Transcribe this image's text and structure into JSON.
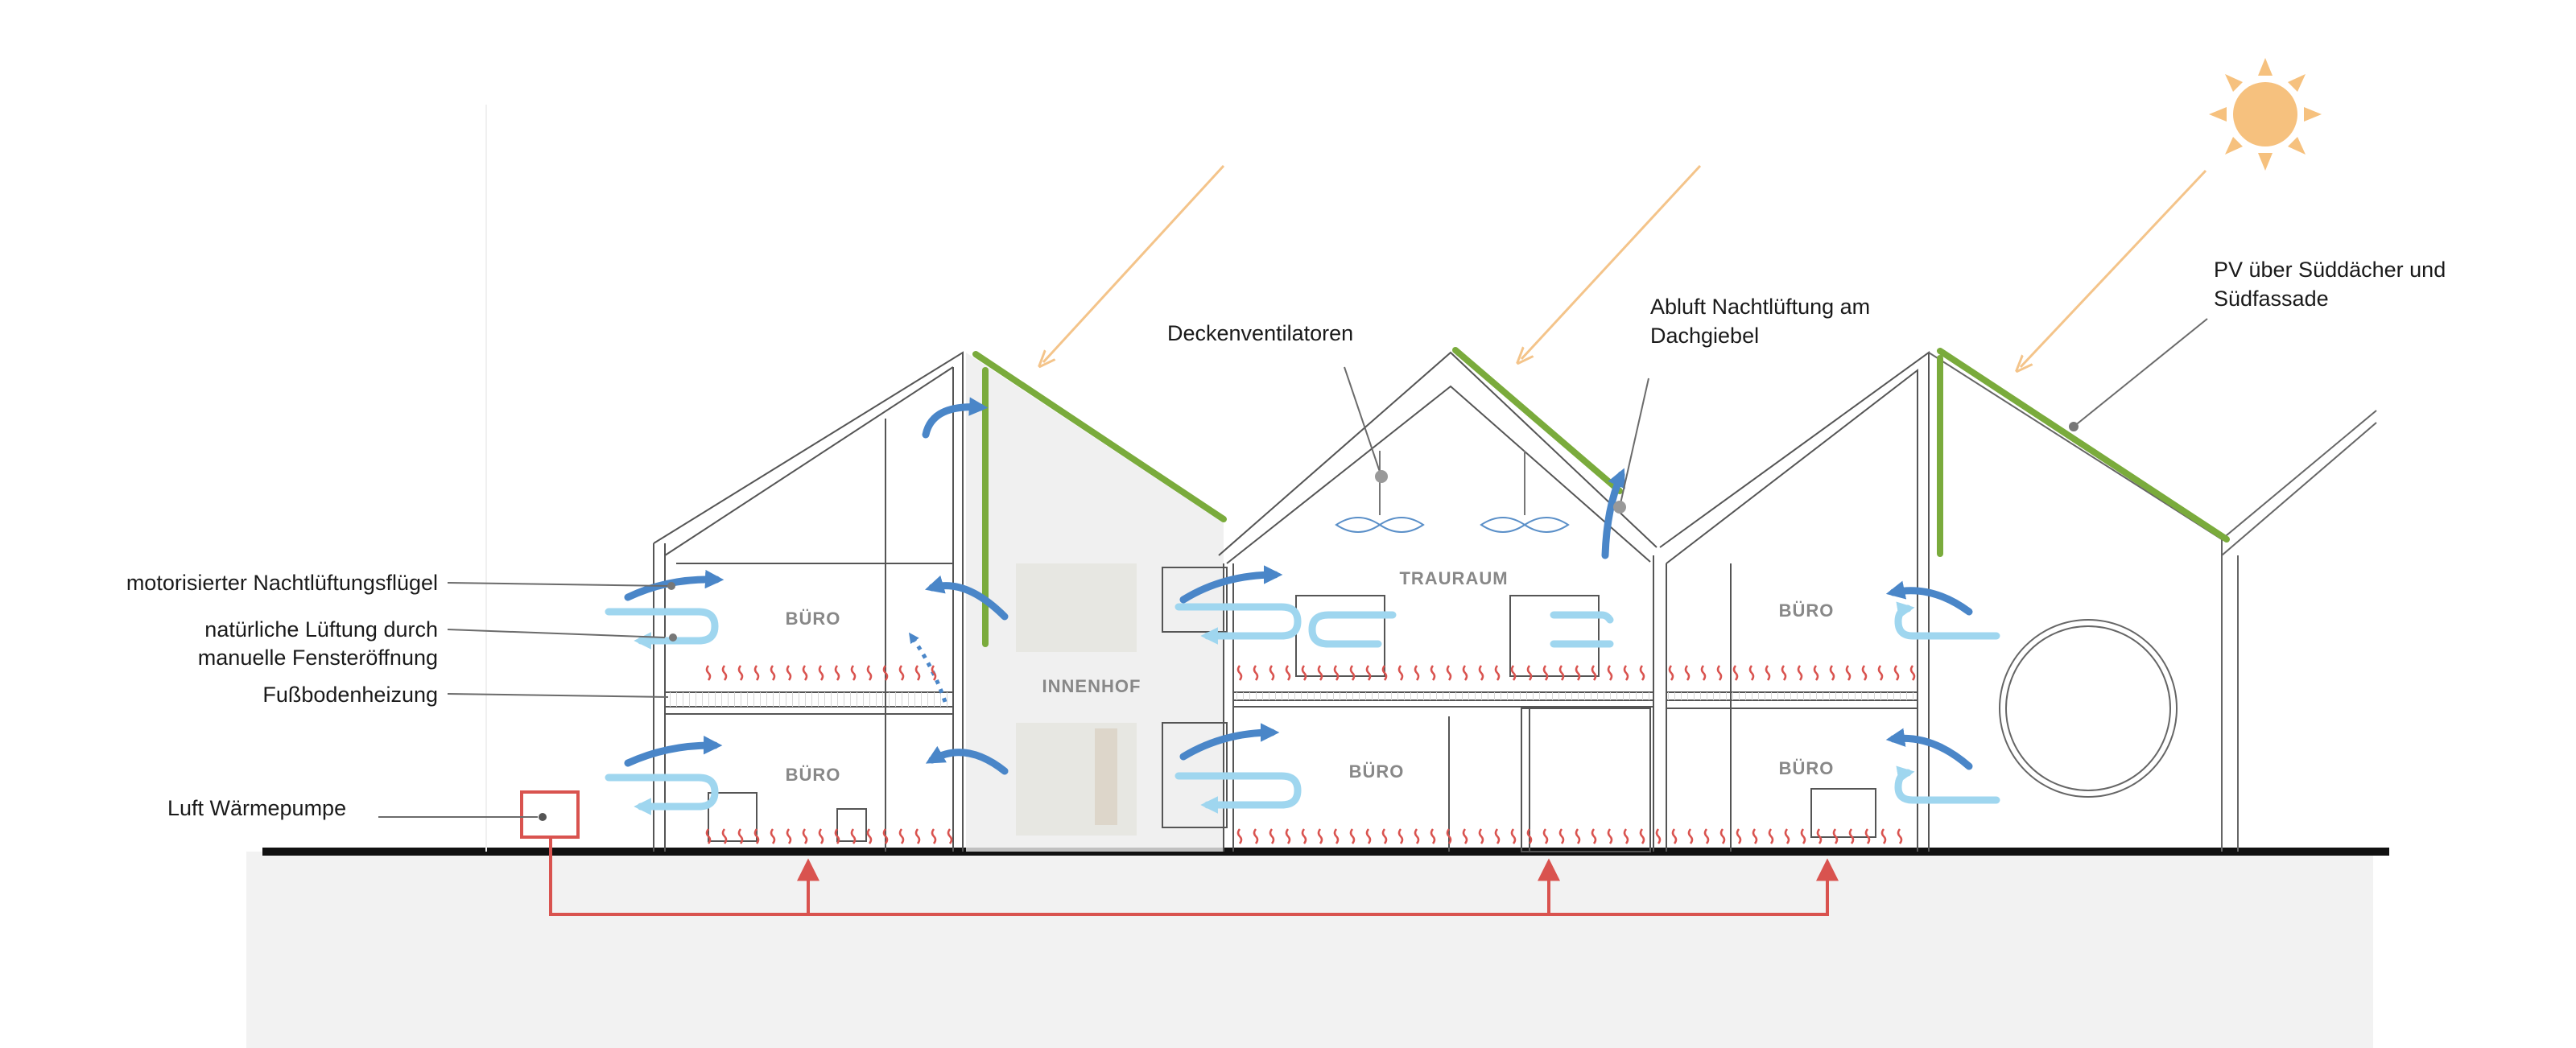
{
  "colors": {
    "pv_green": "#7aab3c",
    "sun": "#f6c17e",
    "sun_ray": "#f4c48a",
    "air_dark": "#4a86c8",
    "air_light": "#9fd6ef",
    "heating": "#d9534f",
    "line": "#6b6b6b",
    "ground": "#f2f2f2"
  },
  "labels": {
    "night_vent_flap": "motorisierter Nachtlüftungsflügel",
    "natural_vent_line1": "natürliche Lüftung durch",
    "natural_vent_line2": "manuelle Fensteröffnung",
    "floor_heating": "Fußbodenheizung",
    "heat_pump": "Luft Wärmepumpe",
    "ceiling_fans": "Deckenventilatoren",
    "exhaust_line1": "Abluft Nachtlüftung am",
    "exhaust_line2": "Dachgiebel",
    "pv_line1": "PV über Süddächer und",
    "pv_line2": "Südfassade"
  },
  "rooms": {
    "buero_left_upper": "BÜRO",
    "buero_left_lower": "BÜRO",
    "innenhof": "INNENHOF",
    "trauraum": "TRAURAUM",
    "buero_mid_lower": "BÜRO",
    "buero_right_upper": "BÜRO",
    "buero_right_lower": "BÜRO"
  },
  "icons": [
    "sun-icon",
    "ceiling-fan-icon",
    "air-flow-arrow-icon",
    "heat-pump-icon",
    "floor-heating-icon"
  ]
}
